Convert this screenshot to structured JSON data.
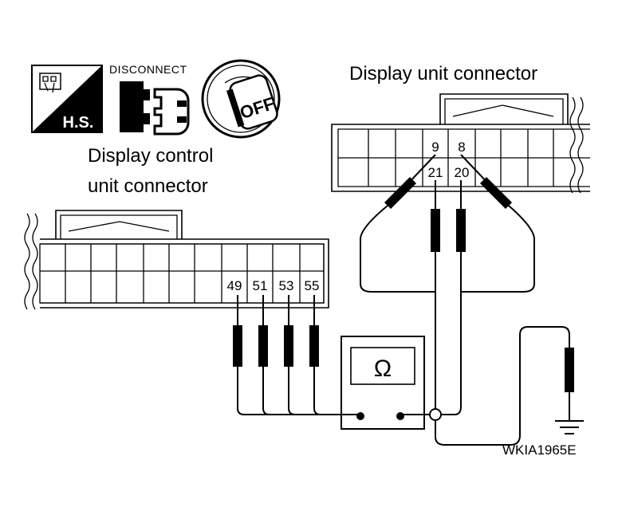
{
  "icons": {
    "hs_label": "H.S.",
    "disconnect_label": "DISCONNECT",
    "ignition_label": "OFF"
  },
  "display_control_connector": {
    "title_line1": "Display control",
    "title_line2": "unit connector",
    "terminals": [
      "49",
      "51",
      "53",
      "55"
    ]
  },
  "display_unit_connector": {
    "title": "Display unit connector",
    "terminals_top": [
      "9",
      "8"
    ],
    "terminals_bottom": [
      "21",
      "20"
    ]
  },
  "meter": {
    "symbol": "Ω"
  },
  "figure_code": "WKIA1965E"
}
